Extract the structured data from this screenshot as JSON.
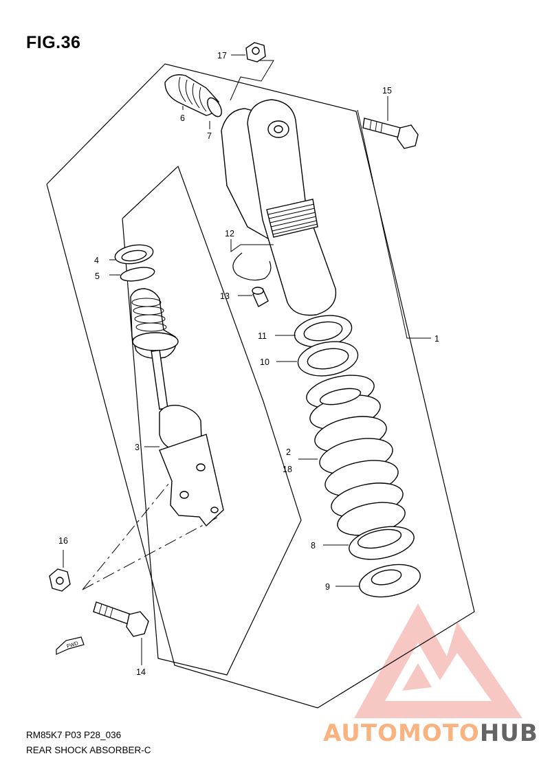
{
  "figure": {
    "title": "FIG.36",
    "code": "RM85K7 P03 P28_036",
    "name": "REAR SHOCK ABSORBER-C"
  },
  "callouts": [
    {
      "id": "c1",
      "label": "1"
    },
    {
      "id": "c2",
      "label": "2"
    },
    {
      "id": "c18",
      "label": "18"
    },
    {
      "id": "c3",
      "label": "3"
    },
    {
      "id": "c4",
      "label": "4"
    },
    {
      "id": "c5",
      "label": "5"
    },
    {
      "id": "c6",
      "label": "6"
    },
    {
      "id": "c7",
      "label": "7"
    },
    {
      "id": "c8",
      "label": "8"
    },
    {
      "id": "c9",
      "label": "9"
    },
    {
      "id": "c10",
      "label": "10"
    },
    {
      "id": "c11",
      "label": "11"
    },
    {
      "id": "c12",
      "label": "12"
    },
    {
      "id": "c13",
      "label": "13"
    },
    {
      "id": "c14",
      "label": "14"
    },
    {
      "id": "c15",
      "label": "15"
    },
    {
      "id": "c16",
      "label": "16"
    },
    {
      "id": "c17",
      "label": "17"
    }
  ],
  "fwd_arrow": {
    "label": "FWD"
  },
  "watermark": {
    "part1": "AUTOMOTO",
    "part2": "HUB",
    "color_light": "#f7a66a",
    "color_red": "#e8533f",
    "color_dark": "#4a4a4a"
  }
}
